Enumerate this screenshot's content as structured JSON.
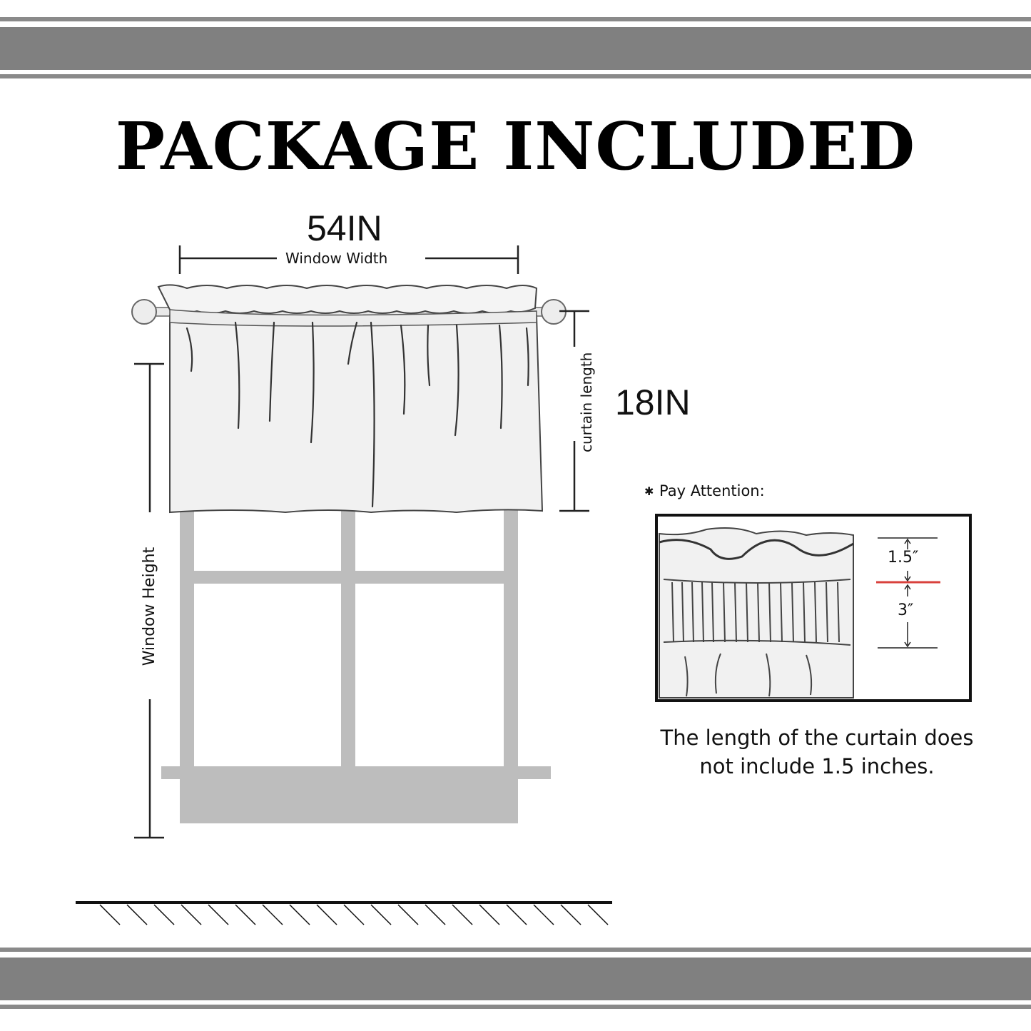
{
  "title": "PACKAGE INCLUDED",
  "width": {
    "value": "54IN",
    "label": "Window Width"
  },
  "length": {
    "value": "18IN",
    "label": "curtain length"
  },
  "window_height_label": "Window Height",
  "attention": {
    "heading": "Pay Attention:",
    "top_measure": "1.5″",
    "bottom_measure": "3″",
    "note_line1": "The length of the curtain does",
    "note_line2": "not include 1.5 inches."
  },
  "colors": {
    "band": "#808080",
    "frame": "#bdbdbd",
    "curtain": "#f1f1f1",
    "accent_line": "#d9413c"
  }
}
